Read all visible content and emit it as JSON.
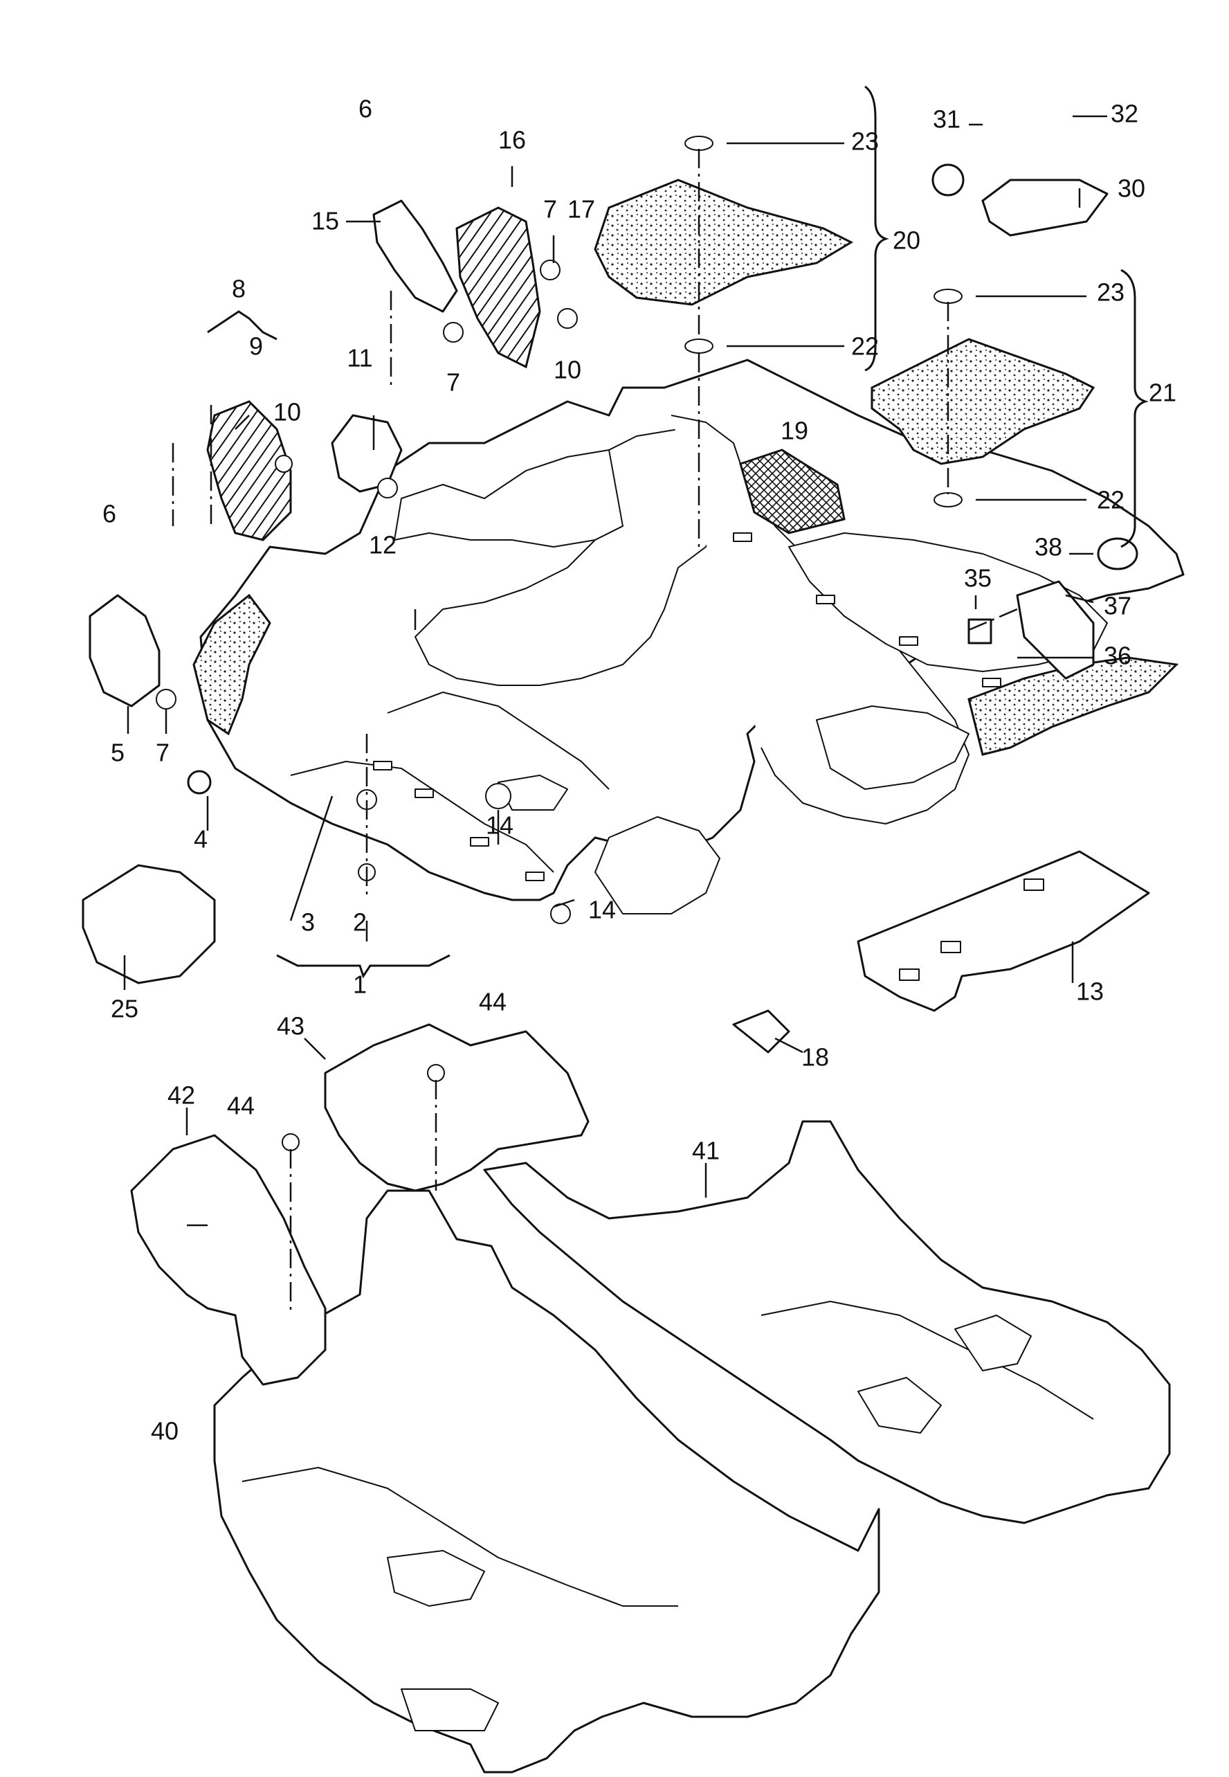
{
  "diagram": {
    "callouts": [
      {
        "id": "c1",
        "label": "1"
      },
      {
        "id": "c2",
        "label": "2"
      },
      {
        "id": "c3",
        "label": "3"
      },
      {
        "id": "c4",
        "label": "4"
      },
      {
        "id": "c5",
        "label": "5"
      },
      {
        "id": "c6a",
        "label": "6"
      },
      {
        "id": "c6b",
        "label": "6"
      },
      {
        "id": "c7a",
        "label": "7"
      },
      {
        "id": "c7b",
        "label": "7"
      },
      {
        "id": "c7c",
        "label": "7"
      },
      {
        "id": "c8",
        "label": "8"
      },
      {
        "id": "c9",
        "label": "9"
      },
      {
        "id": "c10a",
        "label": "10"
      },
      {
        "id": "c10b",
        "label": "10"
      },
      {
        "id": "c11",
        "label": "11"
      },
      {
        "id": "c12",
        "label": "12"
      },
      {
        "id": "c13",
        "label": "13"
      },
      {
        "id": "c14a",
        "label": "14"
      },
      {
        "id": "c14b",
        "label": "14"
      },
      {
        "id": "c15",
        "label": "15"
      },
      {
        "id": "c16",
        "label": "16"
      },
      {
        "id": "c17",
        "label": "17"
      },
      {
        "id": "c18",
        "label": "18"
      },
      {
        "id": "c19",
        "label": "19"
      },
      {
        "id": "c20",
        "label": "20"
      },
      {
        "id": "c21",
        "label": "21"
      },
      {
        "id": "c22a",
        "label": "22"
      },
      {
        "id": "c22b",
        "label": "22"
      },
      {
        "id": "c23a",
        "label": "23"
      },
      {
        "id": "c23b",
        "label": "23"
      },
      {
        "id": "c25",
        "label": "25"
      },
      {
        "id": "c30",
        "label": "30"
      },
      {
        "id": "c31",
        "label": "31"
      },
      {
        "id": "c32",
        "label": "32"
      },
      {
        "id": "c35",
        "label": "35"
      },
      {
        "id": "c36",
        "label": "36"
      },
      {
        "id": "c37",
        "label": "37"
      },
      {
        "id": "c38",
        "label": "38"
      },
      {
        "id": "c40",
        "label": "40"
      },
      {
        "id": "c41",
        "label": "41"
      },
      {
        "id": "c42",
        "label": "42"
      },
      {
        "id": "c43",
        "label": "43"
      },
      {
        "id": "c44a",
        "label": "44"
      },
      {
        "id": "c44b",
        "label": "44"
      }
    ]
  }
}
